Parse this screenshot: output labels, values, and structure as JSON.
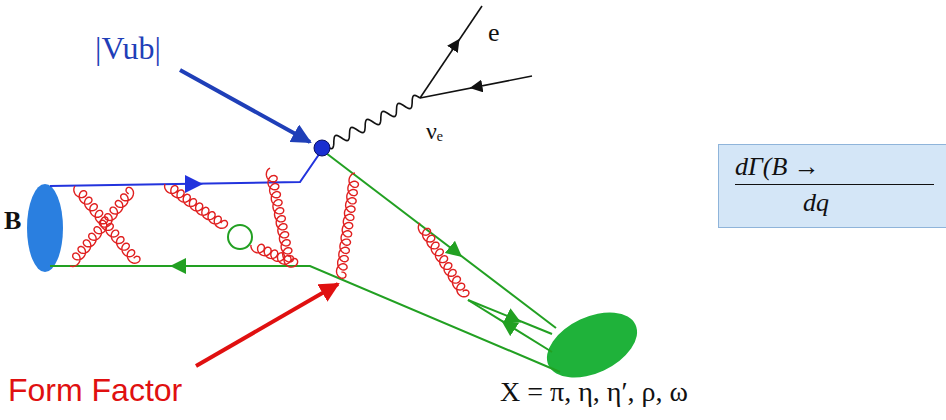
{
  "diagram": {
    "nodes": [
      {
        "text": [
          "dΓ(B →",
          "dq"
        ]
      }
    ],
    "labels": [
      "|Vub|",
      "e",
      "νₑ",
      "B",
      "Form Factor",
      "X = π, η, η′, ρ, ω"
    ]
  }
}
